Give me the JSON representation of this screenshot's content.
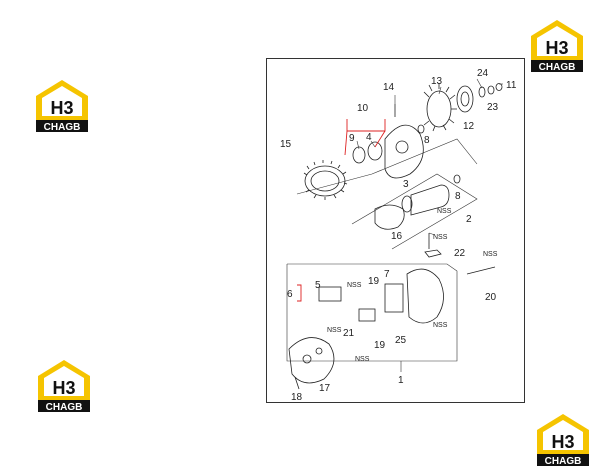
{
  "logo": {
    "letters": "H3",
    "brand": "CHAGB",
    "yellow": "#f5c400",
    "black": "#111111"
  },
  "diagram": {
    "callouts": {
      "p1": "1",
      "p2": "2",
      "p3": "3",
      "p4": "4",
      "p5": "5",
      "p6": "6",
      "p7": "7",
      "p8a": "8",
      "p8b": "8",
      "p9": "9",
      "p10": "10",
      "p11": "11",
      "p12": "12",
      "p13": "13",
      "p14": "14",
      "p15": "15",
      "p16": "16",
      "p17": "17",
      "p18": "18",
      "p19a": "19",
      "p19b": "19",
      "p20": "20",
      "p21": "21",
      "p22": "22",
      "p23": "23",
      "p24": "24",
      "p25": "25"
    },
    "nss_label": "NSS",
    "leader_color": "#d22222"
  }
}
